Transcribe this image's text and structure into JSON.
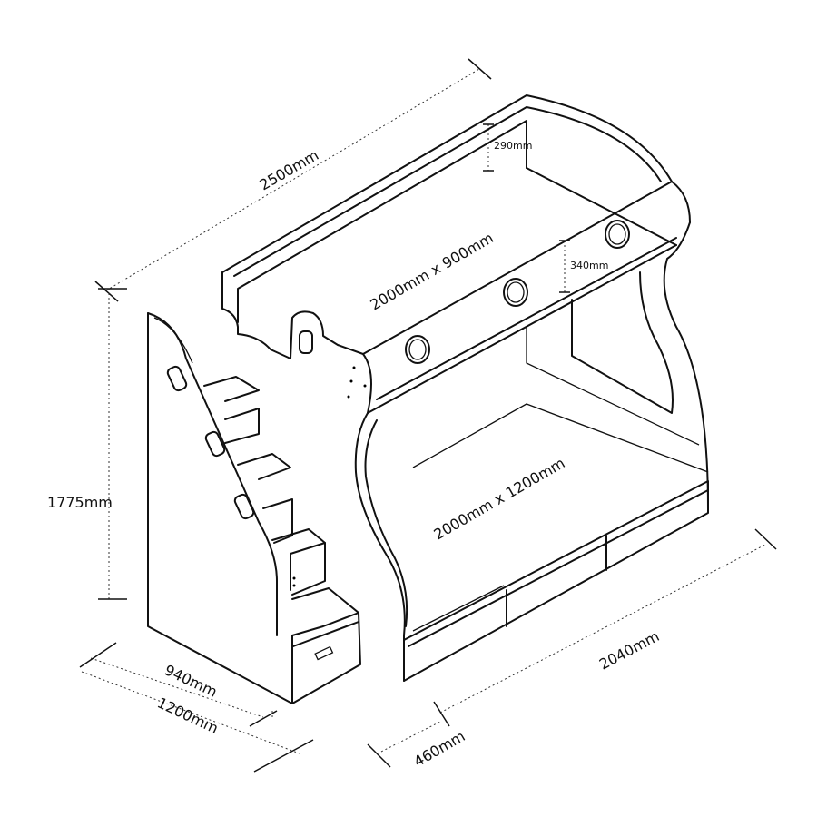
{
  "dimensions": {
    "overall_length": "2500mm",
    "overall_height": "1775mm",
    "depth_top": "940mm",
    "depth_total": "1200mm",
    "drawer_length": "2040mm",
    "drawer_depth": "460mm",
    "top_rail_height": "290mm",
    "front_rail_height": "340mm",
    "top_mattress": "2000mm x 900mm",
    "bottom_mattress": "2000mm x 1200mm"
  }
}
